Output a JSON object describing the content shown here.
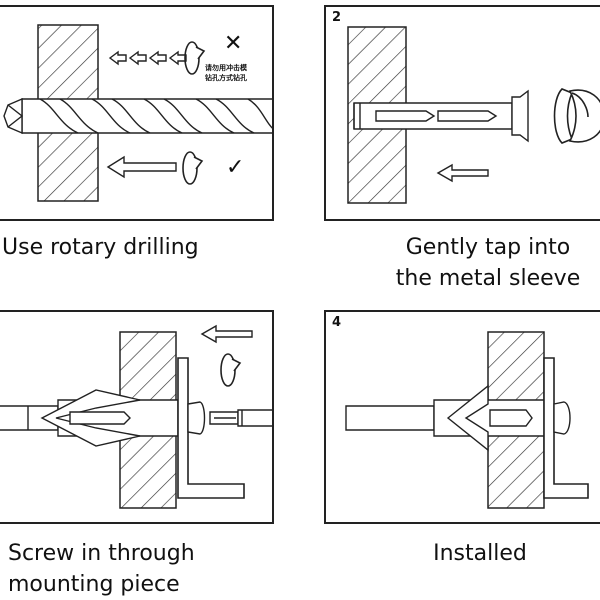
{
  "steps": [
    {
      "number": "",
      "caption_lines": [
        "Use rotary drilling"
      ],
      "note_lines": [
        "请勿用冲击模",
        "钻孔方式钻孔"
      ],
      "wrong_mark": "✕",
      "right_mark": "✓"
    },
    {
      "number": "2",
      "caption_lines": [
        "Gently tap into",
        "the metal sleeve"
      ]
    },
    {
      "number": "",
      "caption_lines": [
        "Screw in through",
        "mounting piece"
      ]
    },
    {
      "number": "4",
      "caption_lines": [
        "Installed"
      ]
    }
  ],
  "colors": {
    "line": "#222222",
    "background": "#ffffff"
  }
}
